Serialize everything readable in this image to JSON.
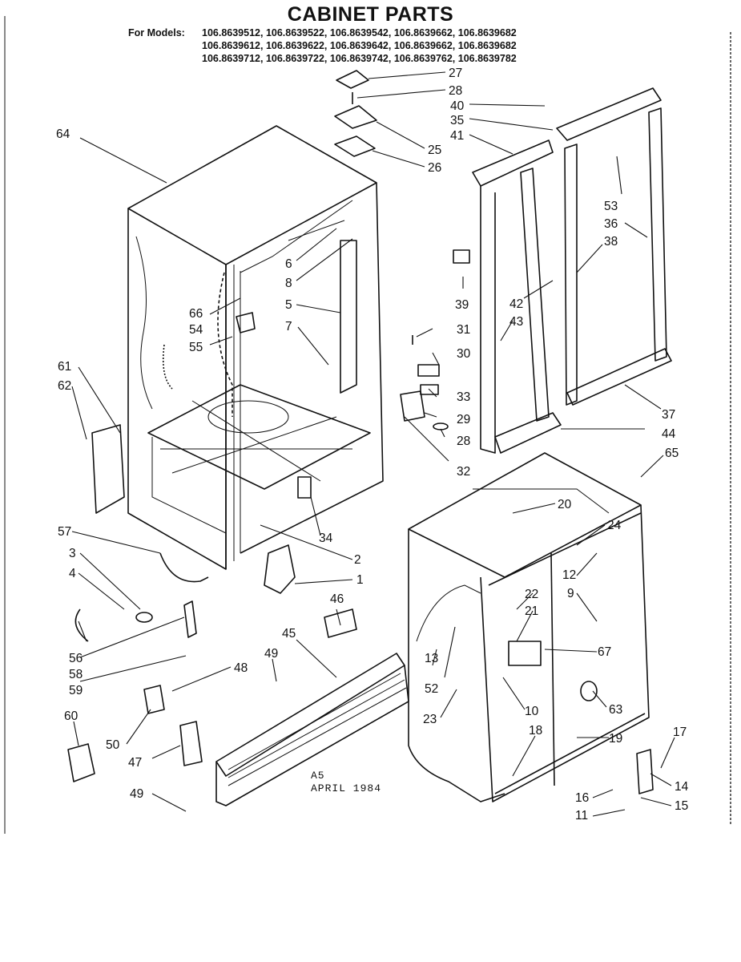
{
  "title": "CABINET PARTS",
  "models_label": "For Models:",
  "models": [
    "106.8639512, 106.8639522, 106.8639542, 106.8639662, 106.8639682",
    "106.8639612, 106.8639622, 106.8639642, 106.8639662, 106.8639682",
    "106.8639712, 106.8639722, 106.8639742, 106.8639762, 106.8639782"
  ],
  "stamp": {
    "code": "A5",
    "date": "APRIL 1984"
  },
  "callouts": [
    "27",
    "28",
    "40",
    "35",
    "41",
    "25",
    "26",
    "64",
    "53",
    "36",
    "38",
    "6",
    "8",
    "5",
    "7",
    "66",
    "54",
    "55",
    "39",
    "42",
    "43",
    "31",
    "30",
    "33",
    "29",
    "28",
    "32",
    "61",
    "62",
    "37",
    "44",
    "65",
    "34",
    "2",
    "1",
    "57",
    "3",
    "4",
    "56",
    "58",
    "59",
    "46",
    "45",
    "49",
    "48",
    "60",
    "50",
    "47",
    "49",
    "20",
    "24",
    "12",
    "9",
    "22",
    "21",
    "67",
    "13",
    "52",
    "10",
    "23",
    "18",
    "63",
    "19",
    "17",
    "14",
    "16",
    "15",
    "11"
  ]
}
